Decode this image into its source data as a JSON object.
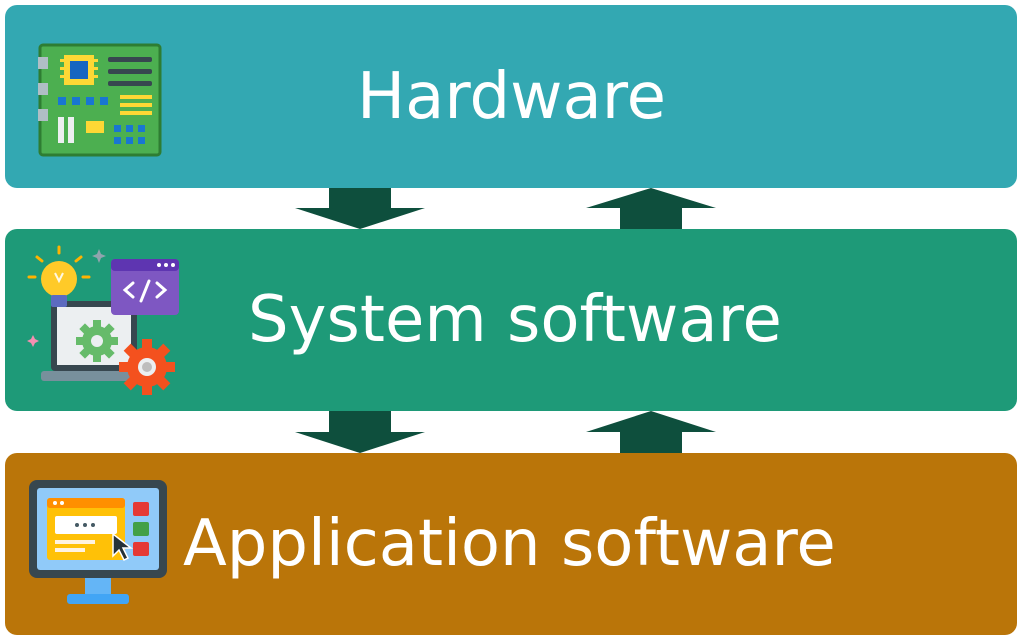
{
  "colors": {
    "hardware": "#33A8B2",
    "system": "#1E9A78",
    "application": "#BA7509",
    "arrow": "#0E4F3D",
    "text": "#FFFFFF"
  },
  "layers": [
    {
      "label": "Hardware",
      "icon": "circuit-board-icon"
    },
    {
      "label": "System software",
      "icon": "settings-code-icon"
    },
    {
      "label": "Application software",
      "icon": "app-window-monitor-icon"
    }
  ]
}
